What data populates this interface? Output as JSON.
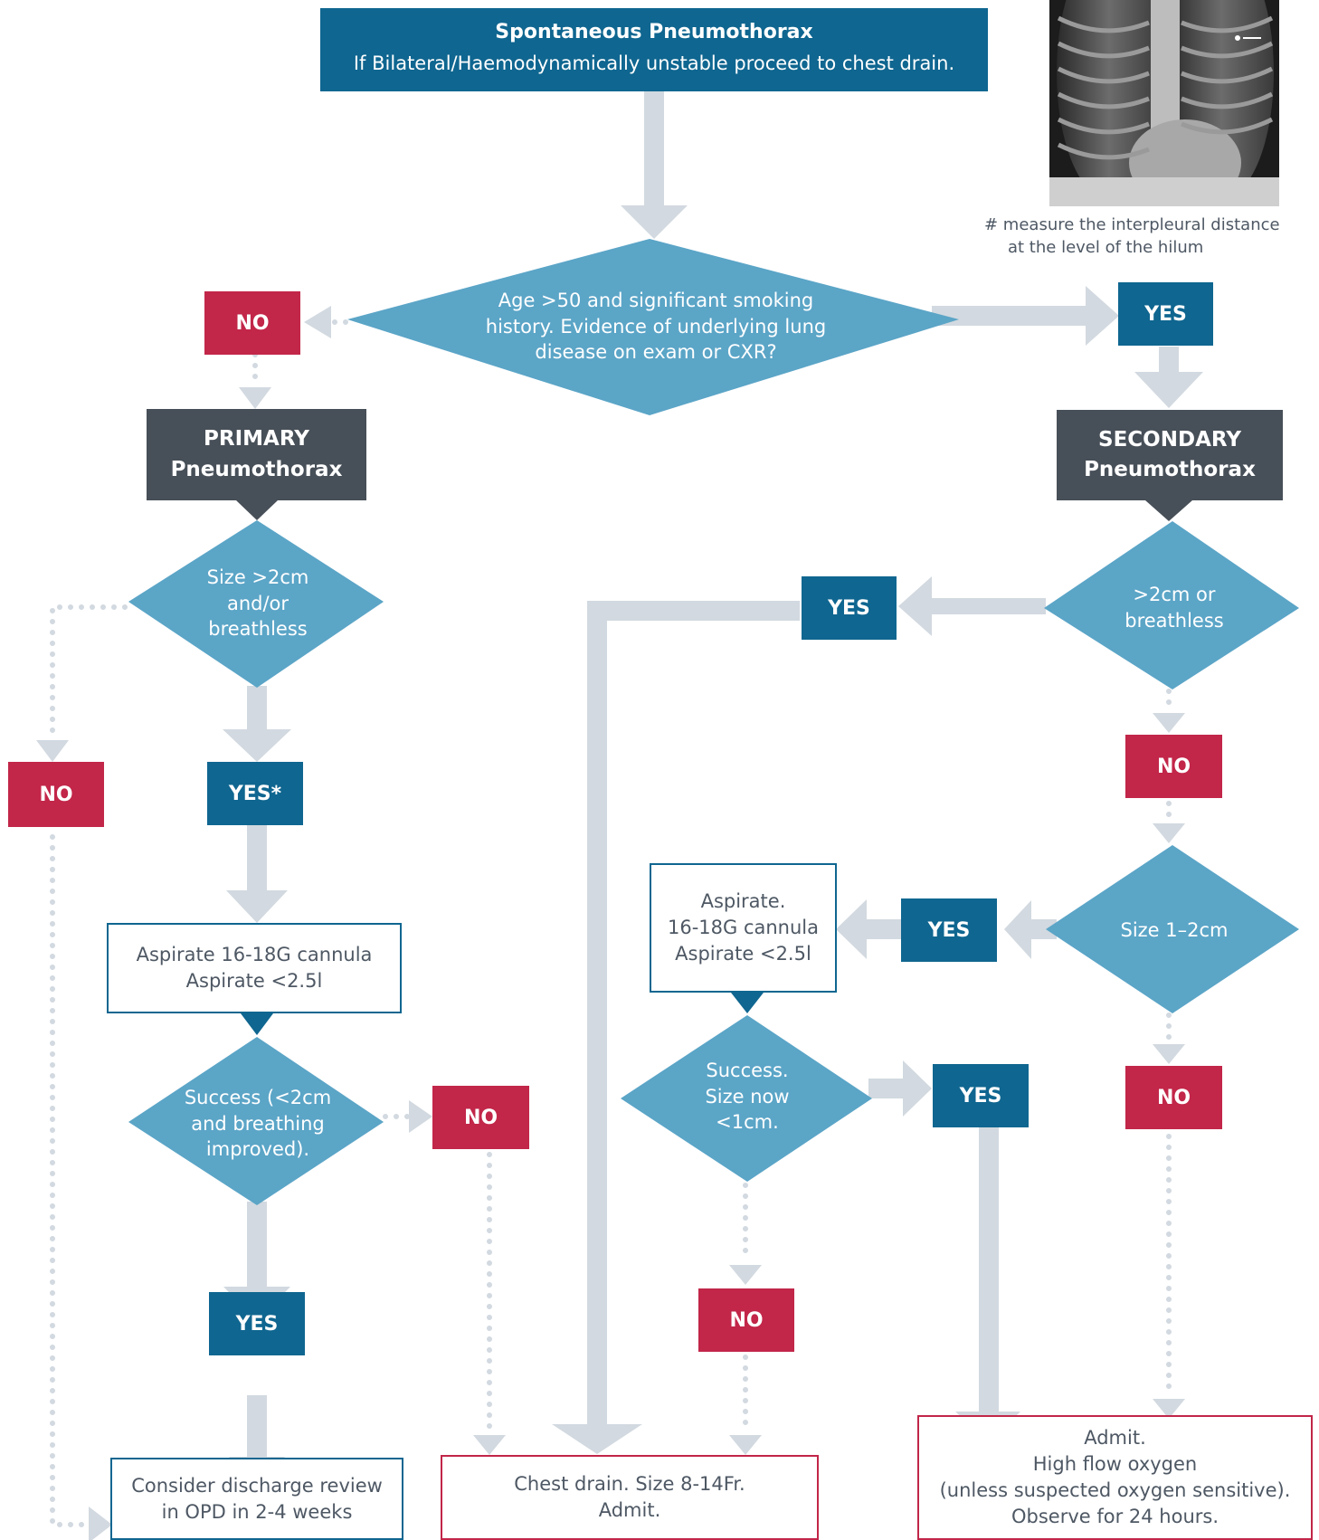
{
  "title": {
    "heading": "Spontaneous Pneumothorax",
    "subheading": "If Bilateral/Haemodynamically unstable proceed to chest drain."
  },
  "xray": {
    "caption_line1": "# measure the interpleural distance",
    "caption_line2": "at the level of the hilum"
  },
  "decisions": {
    "age_smoking": "Age >50 and significant smoking\nhistory. Evidence of underlying lung\ndisease on exam or CXR?",
    "primary_size": "Size >2cm\nand/or\nbreathless",
    "secondary_size": ">2cm or\nbreathless",
    "secondary_size_small": "Size 1–2cm",
    "primary_success": "Success (<2cm\nand breathing\nimproved).",
    "secondary_success": "Success.\nSize now\n<1cm."
  },
  "labels": {
    "yes": "YES",
    "no": "NO",
    "yes_star": "YES*"
  },
  "types": {
    "primary_line1": "PRIMARY",
    "primary_line2": "Pneumothorax",
    "secondary_line1": "SECONDARY",
    "secondary_line2": "Pneumothorax"
  },
  "actions": {
    "primary_aspirate": "Aspirate 16-18G cannula\nAspirate <2.5l",
    "secondary_aspirate": "Aspirate.\n16-18G cannula\nAspirate <2.5l"
  },
  "outcomes": {
    "discharge": "Consider discharge review\nin OPD in 2-4 weeks",
    "chest_drain": "Chest drain. Size 8-14Fr.\nAdmit.",
    "admit": "Admit.\nHigh flow oxygen\n(unless suspected oxygen sensitive).\nObserve for 24 hours."
  },
  "colors": {
    "yes_blue": "#0f6690",
    "no_red": "#c22649",
    "decision_blue": "#5ba5c7",
    "dark_box": "#474f58",
    "connector": "#d2d9e0",
    "text_grey": "#4e5864"
  }
}
